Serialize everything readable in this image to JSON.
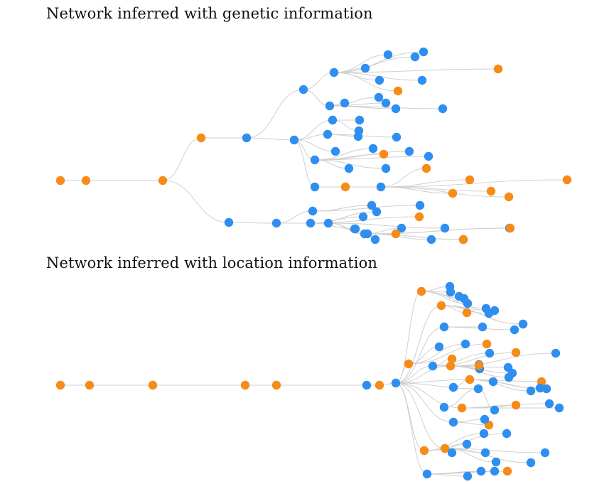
{
  "colors": {
    "blue": "#2e8ff0",
    "orange": "#f68b17",
    "edge": "#cfcfcf"
  },
  "legend_note": "",
  "panels": [
    {
      "key": "genetic",
      "title": "Network inferred with genetic information",
      "nodes": [
        {
          "id": "g0",
          "color": "orange"
        },
        {
          "id": "g1",
          "color": "orange"
        },
        {
          "id": "g2",
          "color": "orange"
        },
        {
          "id": "g3",
          "color": "orange"
        },
        {
          "id": "g4",
          "color": "blue"
        },
        {
          "id": "g5",
          "color": "blue"
        },
        {
          "id": "g6",
          "color": "blue"
        },
        {
          "id": "g7",
          "color": "blue"
        },
        {
          "id": "g8",
          "color": "blue"
        },
        {
          "id": "g9",
          "color": "blue"
        },
        {
          "id": "g10",
          "color": "blue"
        },
        {
          "id": "g11",
          "color": "blue"
        },
        {
          "id": "g12",
          "color": "blue"
        },
        {
          "id": "g13",
          "color": "orange"
        },
        {
          "id": "g14",
          "color": "blue"
        },
        {
          "id": "g15",
          "color": "blue"
        },
        {
          "id": "g16",
          "color": "orange"
        },
        {
          "id": "g17",
          "color": "blue"
        },
        {
          "id": "g18",
          "color": "blue"
        },
        {
          "id": "g19",
          "color": "blue"
        },
        {
          "id": "g20",
          "color": "blue"
        },
        {
          "id": "g21",
          "color": "blue"
        },
        {
          "id": "g22",
          "color": "blue"
        },
        {
          "id": "g23",
          "color": "blue"
        },
        {
          "id": "g24",
          "color": "blue"
        },
        {
          "id": "g25",
          "color": "blue"
        },
        {
          "id": "g26",
          "color": "blue"
        },
        {
          "id": "g27",
          "color": "blue"
        },
        {
          "id": "g28",
          "color": "blue"
        },
        {
          "id": "g29",
          "color": "blue"
        },
        {
          "id": "g30",
          "color": "blue"
        },
        {
          "id": "g31",
          "color": "orange"
        },
        {
          "id": "g32",
          "color": "blue"
        },
        {
          "id": "g33",
          "color": "blue"
        },
        {
          "id": "g34",
          "color": "blue"
        },
        {
          "id": "g35",
          "color": "blue"
        },
        {
          "id": "g36",
          "color": "blue"
        },
        {
          "id": "g37",
          "color": "blue"
        },
        {
          "id": "g38",
          "color": "orange"
        },
        {
          "id": "g39",
          "color": "blue"
        },
        {
          "id": "g40",
          "color": "orange"
        },
        {
          "id": "g41",
          "color": "orange"
        },
        {
          "id": "g42",
          "color": "orange"
        },
        {
          "id": "g43",
          "color": "orange"
        },
        {
          "id": "g44",
          "color": "orange"
        },
        {
          "id": "g45",
          "color": "orange"
        },
        {
          "id": "g46",
          "color": "blue"
        },
        {
          "id": "g47",
          "color": "blue"
        },
        {
          "id": "g48",
          "color": "blue"
        },
        {
          "id": "g49",
          "color": "blue"
        },
        {
          "id": "g50",
          "color": "blue"
        },
        {
          "id": "g51",
          "color": "blue"
        },
        {
          "id": "g52",
          "color": "blue"
        },
        {
          "id": "g53",
          "color": "blue"
        },
        {
          "id": "g54",
          "color": "blue"
        },
        {
          "id": "g55",
          "color": "orange"
        },
        {
          "id": "g56",
          "color": "blue"
        },
        {
          "id": "g57",
          "color": "blue"
        },
        {
          "id": "g58",
          "color": "blue"
        },
        {
          "id": "g59",
          "color": "blue"
        },
        {
          "id": "g60",
          "color": "blue"
        },
        {
          "id": "g61",
          "color": "blue"
        },
        {
          "id": "g62",
          "color": "orange"
        },
        {
          "id": "g63",
          "color": "blue"
        },
        {
          "id": "g64",
          "color": "blue"
        },
        {
          "id": "g65",
          "color": "orange"
        },
        {
          "id": "g66",
          "color": "orange"
        },
        {
          "id": "g67",
          "color": "blue"
        }
      ],
      "edges": [
        [
          "g0",
          "g1"
        ],
        [
          "g1",
          "g2"
        ],
        [
          "g2",
          "g3"
        ],
        [
          "g2",
          "g4"
        ],
        [
          "g3",
          "g5"
        ],
        [
          "g5",
          "g6"
        ],
        [
          "g5",
          "g7"
        ],
        [
          "g6",
          "g8"
        ],
        [
          "g8",
          "g9"
        ],
        [
          "g8",
          "g10"
        ],
        [
          "g8",
          "g11"
        ],
        [
          "g8",
          "g12"
        ],
        [
          "g8",
          "g13"
        ],
        [
          "g8",
          "g14"
        ],
        [
          "g8",
          "g15"
        ],
        [
          "g8",
          "g16"
        ],
        [
          "g6",
          "g17"
        ],
        [
          "g17",
          "g18"
        ],
        [
          "g17",
          "g19"
        ],
        [
          "g17",
          "g20"
        ],
        [
          "g17",
          "g21"
        ],
        [
          "g17",
          "g22"
        ],
        [
          "g7",
          "g23"
        ],
        [
          "g7",
          "g24"
        ],
        [
          "g23",
          "g25"
        ],
        [
          "g23",
          "g26"
        ],
        [
          "g24",
          "g27"
        ],
        [
          "g24",
          "g28"
        ],
        [
          "g7",
          "g29"
        ],
        [
          "g7",
          "g30"
        ],
        [
          "g29",
          "g31"
        ],
        [
          "g29",
          "g32"
        ],
        [
          "g29",
          "g33"
        ],
        [
          "g29",
          "g34"
        ],
        [
          "g29",
          "g35"
        ],
        [
          "g29",
          "g36"
        ],
        [
          "g7",
          "g37"
        ],
        [
          "g37",
          "g38"
        ],
        [
          "g37",
          "g39"
        ],
        [
          "g39",
          "g40"
        ],
        [
          "g39",
          "g41"
        ],
        [
          "g39",
          "g42"
        ],
        [
          "g39",
          "g43"
        ],
        [
          "g39",
          "g44"
        ],
        [
          "g39",
          "g45"
        ],
        [
          "g4",
          "g46"
        ],
        [
          "g46",
          "g47"
        ],
        [
          "g46",
          "g48"
        ],
        [
          "g46",
          "g49"
        ],
        [
          "g47",
          "g50"
        ],
        [
          "g47",
          "g51"
        ],
        [
          "g48",
          "g52"
        ],
        [
          "g48",
          "g53"
        ],
        [
          "g48",
          "g54"
        ],
        [
          "g48",
          "g55"
        ],
        [
          "g49",
          "g56"
        ],
        [
          "g49",
          "g57"
        ],
        [
          "g49",
          "g58"
        ],
        [
          "g57",
          "g59"
        ],
        [
          "g57",
          "g60"
        ],
        [
          "g58",
          "g61"
        ],
        [
          "g58",
          "g62"
        ],
        [
          "g58",
          "g63"
        ],
        [
          "g58",
          "g64"
        ],
        [
          "g58",
          "g65"
        ],
        [
          "g58",
          "g66"
        ],
        [
          "g58",
          "g67"
        ]
      ]
    },
    {
      "key": "location",
      "title": "Network inferred with location information",
      "nodes": [
        {
          "id": "l0",
          "color": "orange"
        },
        {
          "id": "l1",
          "color": "orange"
        },
        {
          "id": "l2",
          "color": "orange"
        },
        {
          "id": "l3",
          "color": "orange"
        },
        {
          "id": "l4",
          "color": "orange"
        },
        {
          "id": "l5",
          "color": "blue"
        },
        {
          "id": "l6",
          "color": "orange"
        },
        {
          "id": "l7",
          "color": "blue"
        },
        {
          "id": "l8",
          "color": "orange"
        },
        {
          "id": "l9",
          "color": "orange"
        },
        {
          "id": "l10",
          "color": "blue"
        },
        {
          "id": "l11",
          "color": "blue"
        },
        {
          "id": "l12",
          "color": "blue"
        },
        {
          "id": "l13",
          "color": "blue"
        },
        {
          "id": "l14",
          "color": "blue"
        },
        {
          "id": "l15",
          "color": "orange"
        },
        {
          "id": "l16",
          "color": "blue"
        },
        {
          "id": "l17",
          "color": "orange"
        },
        {
          "id": "l18",
          "color": "blue"
        },
        {
          "id": "l19",
          "color": "blue"
        },
        {
          "id": "l20",
          "color": "blue"
        },
        {
          "id": "l21",
          "color": "blue"
        },
        {
          "id": "l22",
          "color": "blue"
        },
        {
          "id": "l23",
          "color": "blue"
        },
        {
          "id": "l24",
          "color": "orange"
        },
        {
          "id": "l25",
          "color": "blue"
        },
        {
          "id": "l26",
          "color": "blue"
        },
        {
          "id": "l27",
          "color": "orange"
        },
        {
          "id": "l28",
          "color": "blue"
        },
        {
          "id": "l29",
          "color": "orange"
        },
        {
          "id": "l30",
          "color": "blue"
        },
        {
          "id": "l31",
          "color": "orange"
        },
        {
          "id": "l32",
          "color": "orange"
        },
        {
          "id": "l33",
          "color": "blue"
        },
        {
          "id": "l34",
          "color": "blue"
        },
        {
          "id": "l35",
          "color": "blue"
        },
        {
          "id": "l36",
          "color": "orange"
        },
        {
          "id": "l37",
          "color": "blue"
        },
        {
          "id": "l38",
          "color": "blue"
        },
        {
          "id": "l39",
          "color": "orange"
        },
        {
          "id": "l40",
          "color": "blue"
        },
        {
          "id": "l41",
          "color": "blue"
        },
        {
          "id": "l42",
          "color": "orange"
        },
        {
          "id": "l43",
          "color": "blue"
        },
        {
          "id": "l44",
          "color": "blue"
        },
        {
          "id": "l45",
          "color": "blue"
        },
        {
          "id": "l46",
          "color": "blue"
        },
        {
          "id": "l47",
          "color": "blue"
        },
        {
          "id": "l48",
          "color": "blue"
        },
        {
          "id": "l49",
          "color": "blue"
        },
        {
          "id": "l50",
          "color": "orange"
        },
        {
          "id": "l51",
          "color": "orange"
        },
        {
          "id": "l52",
          "color": "blue"
        },
        {
          "id": "l53",
          "color": "blue"
        },
        {
          "id": "l54",
          "color": "blue"
        },
        {
          "id": "l55",
          "color": "orange"
        },
        {
          "id": "l56",
          "color": "blue"
        },
        {
          "id": "l57",
          "color": "orange"
        },
        {
          "id": "l58",
          "color": "orange"
        },
        {
          "id": "l59",
          "color": "blue"
        },
        {
          "id": "l60",
          "color": "blue"
        },
        {
          "id": "l61",
          "color": "blue"
        },
        {
          "id": "l62",
          "color": "blue"
        },
        {
          "id": "l63",
          "color": "blue"
        },
        {
          "id": "l64",
          "color": "blue"
        },
        {
          "id": "l65",
          "color": "blue"
        },
        {
          "id": "l66",
          "color": "blue"
        },
        {
          "id": "l67",
          "color": "blue"
        },
        {
          "id": "l68",
          "color": "blue"
        },
        {
          "id": "l69",
          "color": "orange"
        },
        {
          "id": "l70",
          "color": "blue"
        },
        {
          "id": "l71",
          "color": "blue"
        }
      ],
      "edges": [
        [
          "l0",
          "l1"
        ],
        [
          "l1",
          "l2"
        ],
        [
          "l2",
          "l3"
        ],
        [
          "l3",
          "l4"
        ],
        [
          "l4",
          "l5"
        ],
        [
          "l5",
          "l6"
        ],
        [
          "l6",
          "l7"
        ],
        [
          "l7",
          "l8"
        ],
        [
          "l8",
          "l10"
        ],
        [
          "l8",
          "l11"
        ],
        [
          "l8",
          "l12"
        ],
        [
          "l8",
          "l13"
        ],
        [
          "l8",
          "l14"
        ],
        [
          "l8",
          "l16"
        ],
        [
          "l7",
          "l9"
        ],
        [
          "l9",
          "l15"
        ],
        [
          "l9",
          "l17"
        ],
        [
          "l9",
          "l18"
        ],
        [
          "l9",
          "l19"
        ],
        [
          "l9",
          "l20"
        ],
        [
          "l7",
          "l21"
        ],
        [
          "l21",
          "l22"
        ],
        [
          "l21",
          "l23"
        ],
        [
          "l7",
          "l24"
        ],
        [
          "l24",
          "l25"
        ],
        [
          "l24",
          "l26"
        ],
        [
          "l24",
          "l27"
        ],
        [
          "l7",
          "l28"
        ],
        [
          "l28",
          "l29"
        ],
        [
          "l28",
          "l30"
        ],
        [
          "l28",
          "l31"
        ],
        [
          "l7",
          "l32"
        ],
        [
          "l32",
          "l33"
        ],
        [
          "l32",
          "l34"
        ],
        [
          "l32",
          "l35"
        ],
        [
          "l32",
          "l36"
        ],
        [
          "l32",
          "l37"
        ],
        [
          "l32",
          "l38"
        ],
        [
          "l32",
          "l40"
        ],
        [
          "l7",
          "l39"
        ],
        [
          "l39",
          "l41"
        ],
        [
          "l39",
          "l42"
        ],
        [
          "l39",
          "l43"
        ],
        [
          "l39",
          "l44"
        ],
        [
          "l39",
          "l45"
        ],
        [
          "l39",
          "l46"
        ],
        [
          "l7",
          "l47"
        ],
        [
          "l47",
          "l48"
        ],
        [
          "l47",
          "l49"
        ],
        [
          "l7",
          "l50"
        ],
        [
          "l50",
          "l51"
        ],
        [
          "l50",
          "l52"
        ],
        [
          "l50",
          "l53"
        ],
        [
          "l7",
          "l54"
        ],
        [
          "l54",
          "l55"
        ],
        [
          "l54",
          "l56"
        ],
        [
          "l7",
          "l57"
        ],
        [
          "l57",
          "l59"
        ],
        [
          "l57",
          "l60"
        ],
        [
          "l57",
          "l61"
        ],
        [
          "l7",
          "l58"
        ],
        [
          "l58",
          "l62"
        ],
        [
          "l58",
          "l63"
        ],
        [
          "l58",
          "l64"
        ],
        [
          "l58",
          "l65"
        ],
        [
          "l58",
          "l66"
        ],
        [
          "l7",
          "l67"
        ],
        [
          "l67",
          "l68"
        ],
        [
          "l67",
          "l69"
        ],
        [
          "l67",
          "l70"
        ],
        [
          "l67",
          "l71"
        ]
      ]
    }
  ]
}
